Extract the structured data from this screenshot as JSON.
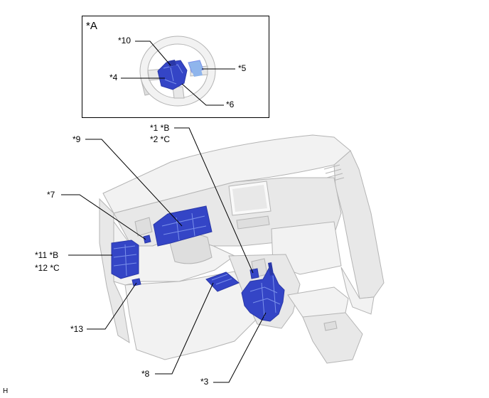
{
  "inset": {
    "title": "*A",
    "callouts": {
      "c10": "*10",
      "c4": "*4",
      "c5": "*5",
      "c6": "*6"
    }
  },
  "callouts": {
    "c1": "*1 *B",
    "c2": "*2 *C",
    "c9": "*9",
    "c7": "*7",
    "c11": "*11 *B",
    "c12": "*12 *C",
    "c13": "*13",
    "c8": "*8",
    "c3": "*3"
  },
  "corner_mark": "H",
  "colors": {
    "component": "#3445c6",
    "component_dark": "#2a38a8",
    "component_highlight": "#7a90ea",
    "switch": "#8fb5ec",
    "panel": "#f2f2f2",
    "panel_mid": "#e8e8e8",
    "panel_dark": "#dedede",
    "outline": "#b4b4b4",
    "leader": "#000000"
  }
}
